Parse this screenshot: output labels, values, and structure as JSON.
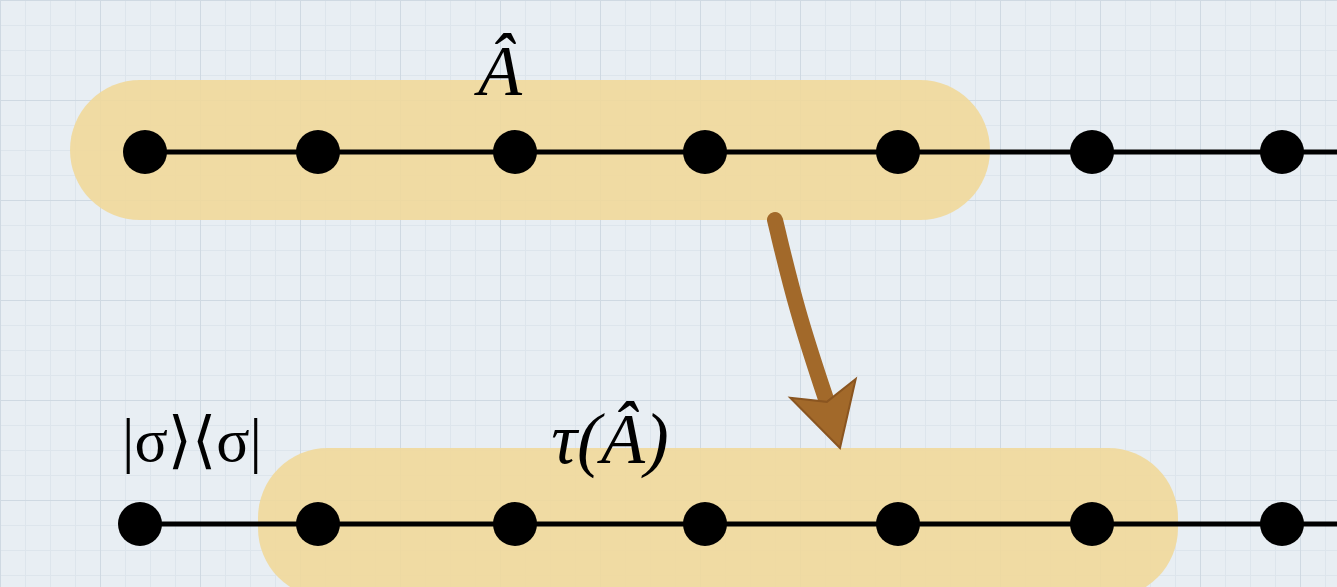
{
  "diagram": {
    "nodes": [
      {
        "text": [
          "Â"
        ]
      },
      {
        "text": [
          "τ(Â)"
        ]
      }
    ],
    "edges": [
      {
        "from": 0,
        "to": 1,
        "arrow": "to"
      }
    ],
    "labels": [
      "|σ⟩⟨σ|"
    ]
  }
}
